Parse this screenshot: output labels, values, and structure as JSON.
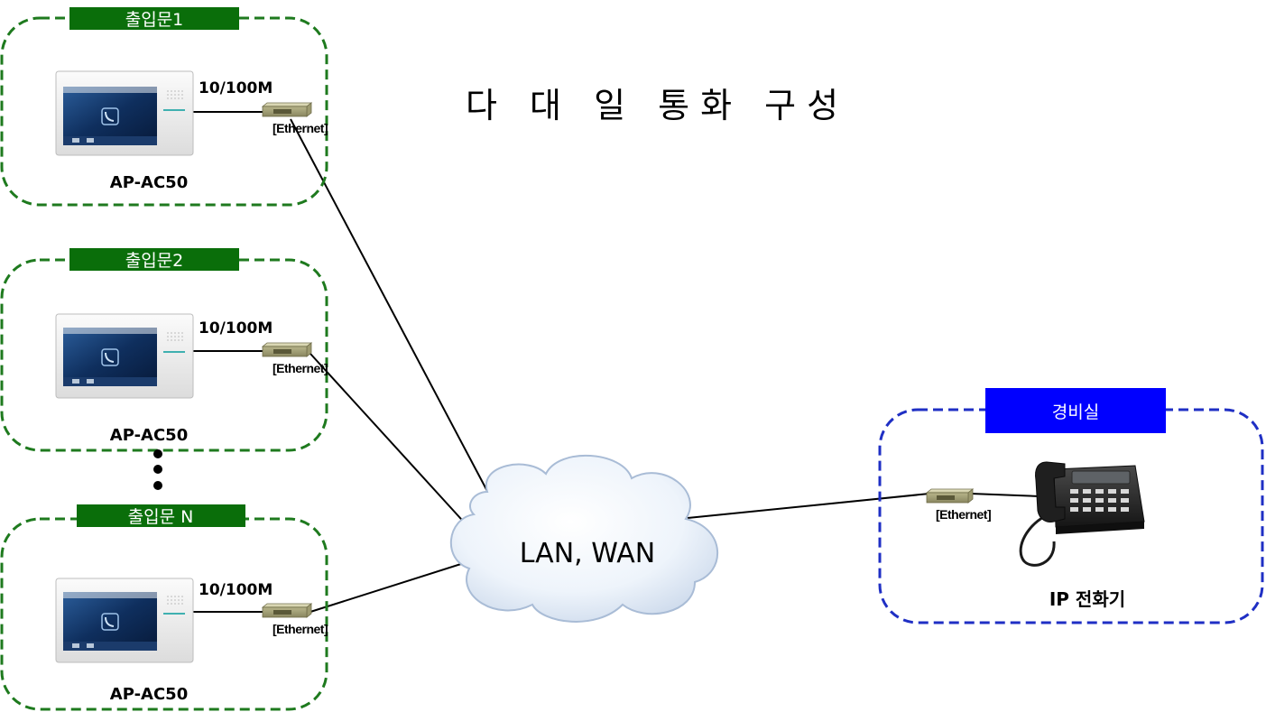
{
  "title": "다 대 일 통화 구성",
  "doors": [
    {
      "label": "출입문1",
      "device": "AP-AC50",
      "speed": "10/100M",
      "switch": "[Ethernet]"
    },
    {
      "label": "출입문2",
      "device": "AP-AC50",
      "speed": "10/100M",
      "switch": "[Ethernet]"
    },
    {
      "label": "출입문 N",
      "device": "AP-AC50",
      "speed": "10/100M",
      "switch": "[Ethernet]"
    }
  ],
  "network": {
    "label": "LAN, WAN"
  },
  "security_room": {
    "label": "경비실",
    "device": "IP 전화기",
    "switch": "[Ethernet]"
  },
  "colors": {
    "door_border": "#1e7a1e",
    "door_tag_bg": "#0a6e0a",
    "security_border": "#1f2fc4",
    "security_tag_bg": "#0000ff",
    "line": "#000000"
  }
}
